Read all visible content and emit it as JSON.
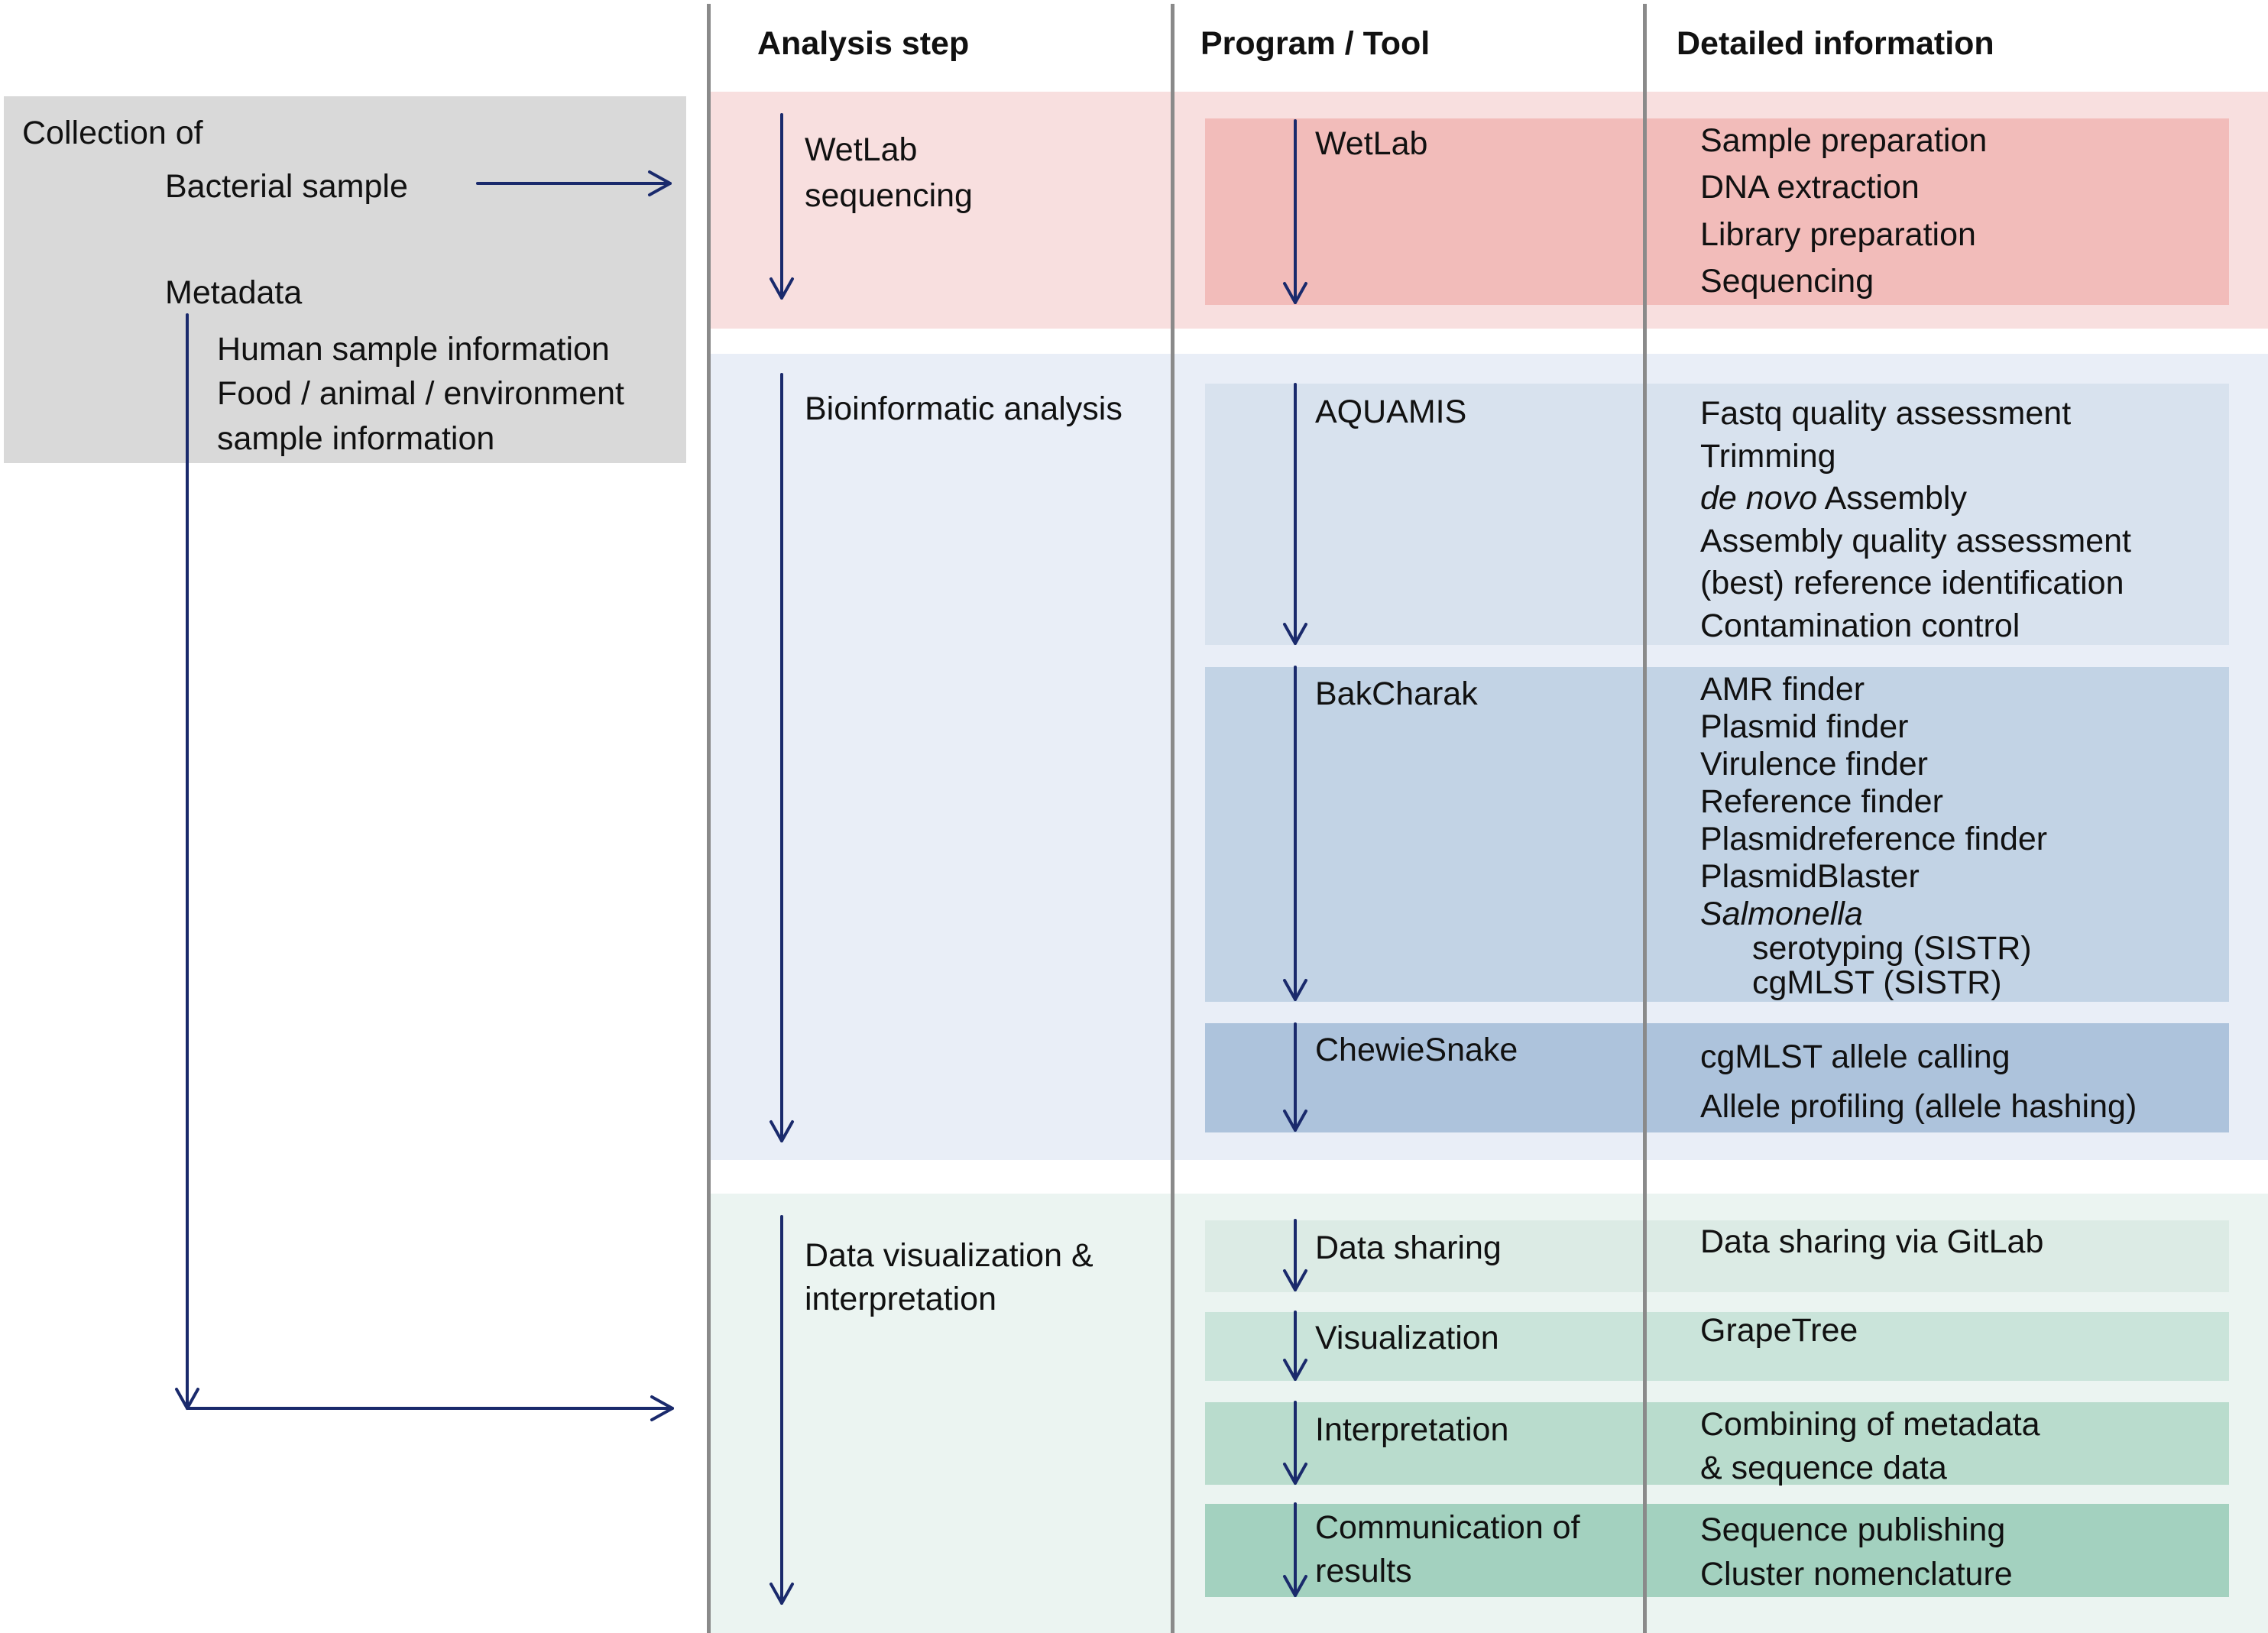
{
  "headers": {
    "analysis_step": "Analysis step",
    "program_tool": "Program / Tool",
    "detailed_information": "Detailed information"
  },
  "collection": {
    "title": "Collection of",
    "bacterial_sample": "Bacterial sample",
    "metadata": "Metadata",
    "human_info": "Human sample information",
    "food_info_line1": "Food / animal / environment",
    "food_info_line2": "sample information"
  },
  "steps": {
    "wetlab_line1": "WetLab",
    "wetlab_line2": "sequencing",
    "bioinformatic": "Bioinformatic analysis",
    "dataviz_line1": "Data visualization &",
    "dataviz_line2": "interpretation"
  },
  "tools": {
    "wetlab": {
      "name": "WetLab",
      "details": [
        "Sample preparation",
        "DNA extraction",
        "Library preparation",
        "Sequencing"
      ]
    },
    "aquamis": {
      "name": "AQUAMIS",
      "details": [
        "Fastq quality assessment",
        "Trimming"
      ],
      "denovo_italic": "de novo",
      "denovo_rest": " Assembly",
      "details2": [
        "Assembly quality assessment",
        "(best) reference identification",
        "Contamination control"
      ]
    },
    "bakcharak": {
      "name": "BakCharak",
      "details": [
        "AMR finder",
        "Plasmid finder",
        "Virulence finder",
        "Reference finder",
        "Plasmidreference finder",
        "PlasmidBlaster"
      ],
      "salmonella": "Salmonella",
      "sub_details": [
        "serotyping (SISTR)",
        "cgMLST (SISTR)"
      ]
    },
    "chewiesnake": {
      "name": "ChewieSnake",
      "details": [
        "cgMLST allele calling",
        "Allele profiling (allele hashing)"
      ]
    },
    "datasharing": {
      "name": "Data sharing",
      "details": [
        "Data sharing via GitLab"
      ]
    },
    "visualization": {
      "name": "Visualization",
      "details": [
        "GrapeTree"
      ]
    },
    "interpretation": {
      "name": "Interpretation",
      "details": [
        "Combining of metadata",
        "& sequence data"
      ]
    },
    "communication": {
      "name_line1": "Communication of",
      "name_line2": "results",
      "details": [
        "Sequence publishing",
        "Cluster nomenclature"
      ]
    }
  },
  "colors": {
    "arrow": "#1a2a6c",
    "divider": "#8a8a8a",
    "collection_bg": "#d9d9d9",
    "wetlab_band": "#f8dfdf",
    "wetlab_box": "#f2bcba",
    "bio_band": "#e9eef7",
    "aquamis_box": "#d8e2ee",
    "bakcharak_box": "#c2d3e5",
    "chewie_box": "#adc3dc",
    "dv_band": "#ebf4f1",
    "datasharing_box": "#dcebe5",
    "visualization_box": "#cae4da",
    "interpretation_box": "#b9dccd",
    "communication_box": "#a3d1bf"
  }
}
